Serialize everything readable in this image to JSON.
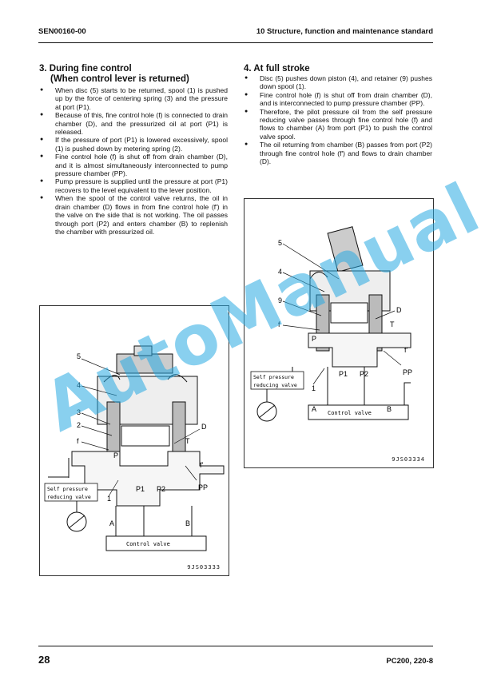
{
  "header": {
    "doc_code": "SEN00160-00",
    "section": "10 Structure, function and maintenance standard"
  },
  "left_section": {
    "title": "3. During fine control",
    "subtitle": "(When control lever is returned)",
    "bullets": [
      "When disc (5) starts to be returned, spool (1) is pushed up by the force of centering spring (3) and the pressure at port (P1).",
      "Because of this, fine control hole (f) is connected to drain chamber (D), and the pressurized oil at port (P1) is released.",
      "If the pressure of port (P1) is lowered excessively, spool (1) is pushed down by metering spring (2).",
      "Fine control hole (f) is shut off from drain chamber (D), and it is almost simultaneously interconnected to pump pressure chamber (PP).",
      "Pump pressure is supplied until the pressure at port (P1) recovers to the level equivalent to the lever position.",
      "When the spool of the control valve returns, the oil in drain chamber (D) flows in from fine control hole (f') in the valve on the side that is not working. The oil passes through port (P2) and enters chamber (B) to replenish the chamber with pressurized oil."
    ]
  },
  "right_section": {
    "title": "4. At full stroke",
    "bullets": [
      "Disc (5) pushes down piston (4), and retainer (9) pushes down spool (1).",
      "Fine control hole (f) is shut off from drain chamber (D), and is interconnected to pump pressure chamber (PP).",
      "Therefore, the pilot pressure oil from the self pressure reducing valve passes through fine control hole (f) and flows to chamber (A) from port (P1) to push the control valve spool.",
      "The oil returning from chamber (B) passes from port (P2) through fine control hole (f') and flows to drain chamber (D)."
    ]
  },
  "figure_left": {
    "code": "9JS03333",
    "labels": {
      "n5": "5",
      "n4": "4",
      "n3": "3",
      "n2": "2",
      "f": "f",
      "D": "D",
      "T": "T",
      "P": "P",
      "f_prime": "f'",
      "P1": "P1",
      "P2": "P2",
      "PP": "PP",
      "n1": "1",
      "A": "A",
      "B": "B",
      "self_line1": "Self pressure",
      "self_line2": "reducing valve",
      "control_valve": "Control valve"
    }
  },
  "figure_right": {
    "code": "9JS03334",
    "labels": {
      "n5": "5",
      "n4": "4",
      "n9": "9",
      "f": "f",
      "D": "D",
      "T": "T",
      "P": "P",
      "f_prime": "f'",
      "P1": "P1",
      "P2": "P2",
      "PP": "PP",
      "n1": "1",
      "A": "A",
      "B": "B",
      "self_line1": "Self pressure",
      "self_line2": "reducing valve",
      "control_valve": "Control valve"
    }
  },
  "watermark": "AutoManual",
  "footer": {
    "page_number": "28",
    "model": "PC200, 220-8"
  }
}
